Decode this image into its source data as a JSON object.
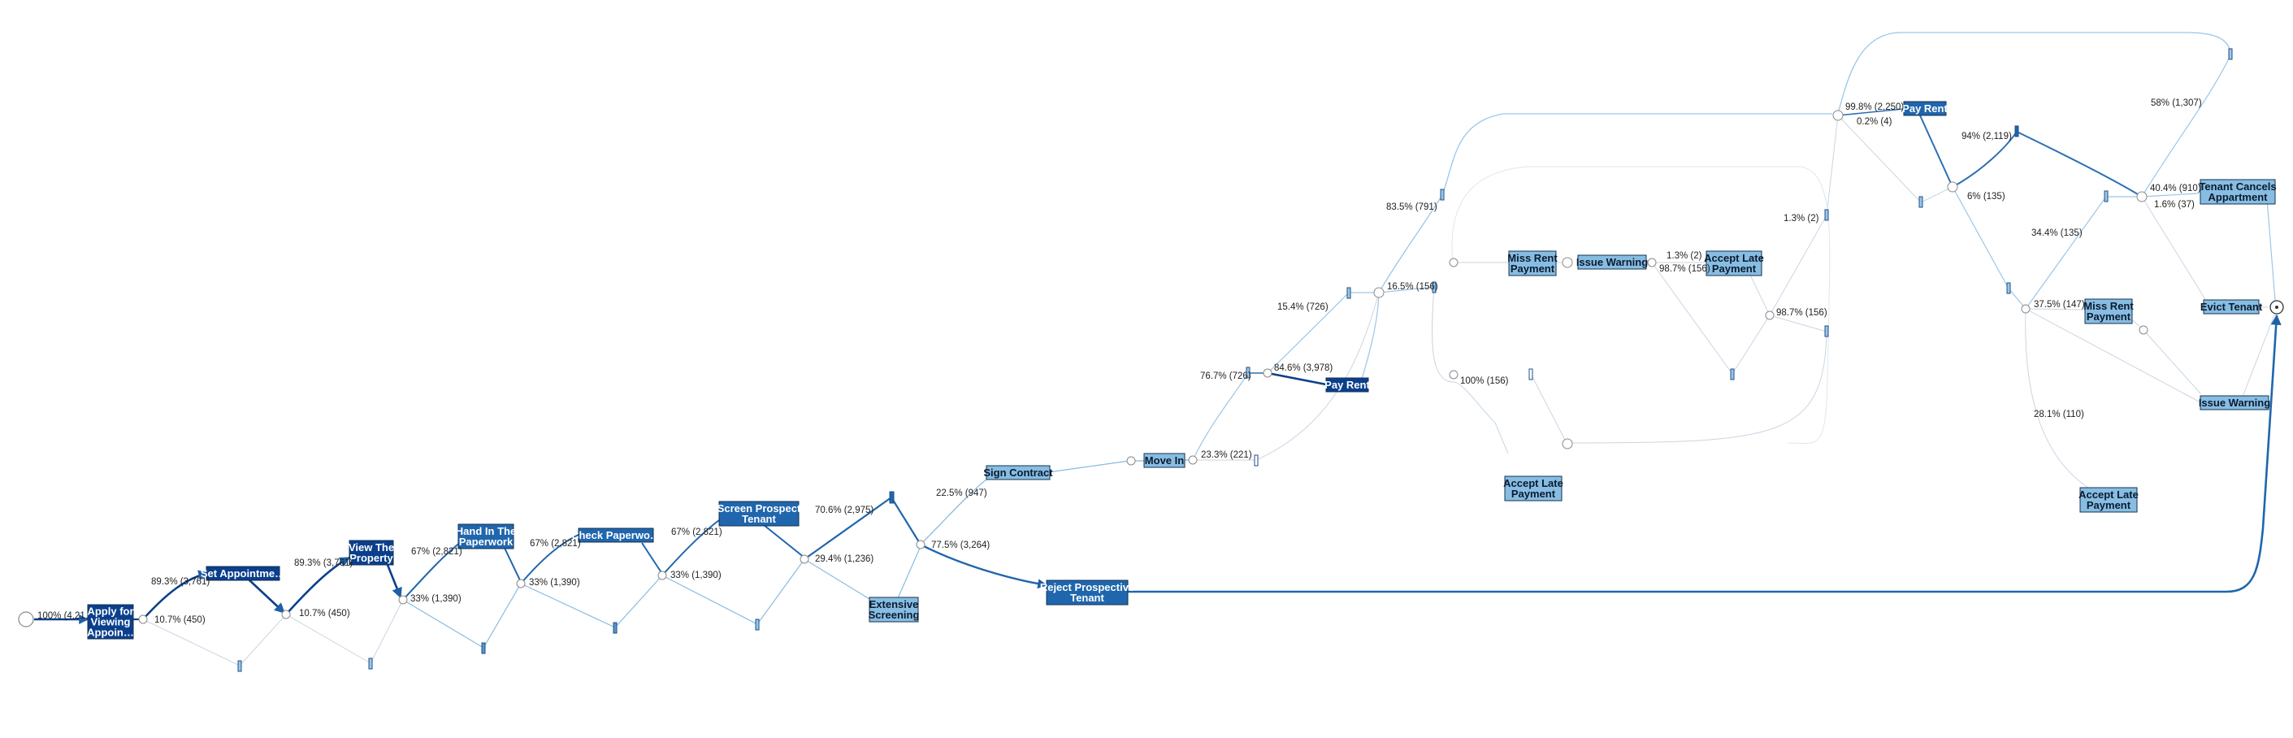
{
  "colors": {
    "dark": "#0a3f8c",
    "mid": "#1f66ad",
    "light": "#87bde2",
    "edge_main": "#2a6fb5",
    "edge_light": "#9cc6e6",
    "edge_gray": "#c9d6e2"
  },
  "activities": [
    {
      "label": "Apply for\nViewing\nAppoin…",
      "tone": "dark"
    },
    {
      "label": "Set Appointme…",
      "tone": "dark"
    },
    {
      "label": "View The\nProperty",
      "tone": "dark"
    },
    {
      "label": "Hand In The\nPaperwork",
      "tone": "mid"
    },
    {
      "label": "Check Paperwo…",
      "tone": "mid"
    },
    {
      "label": "Screen Prospect\nTenant",
      "tone": "mid"
    },
    {
      "label": "Extensive\nScreening",
      "tone": "light"
    },
    {
      "label": "Reject Prospective\nTenant",
      "tone": "mid"
    },
    {
      "label": "Sign Contract",
      "tone": "light"
    },
    {
      "label": "Move In",
      "tone": "light"
    },
    {
      "label": "Pay Rent",
      "tone": "dark"
    },
    {
      "label": "Miss Rent\nPayment",
      "tone": "light"
    },
    {
      "label": "Issue Warning",
      "tone": "light"
    },
    {
      "label": "Accept Late\nPayment",
      "tone": "light"
    },
    {
      "label": "Accept Late\nPayment",
      "tone": "light"
    },
    {
      "label": "Pay Rent",
      "tone": "mid"
    },
    {
      "label": "Tenant Cancels\nAppartment",
      "tone": "light"
    },
    {
      "label": "Miss Rent\nPayment",
      "tone": "light"
    },
    {
      "label": "Evict Tenant",
      "tone": "light"
    },
    {
      "label": "Issue Warning",
      "tone": "light"
    },
    {
      "label": "Accept Late\nPayment",
      "tone": "light"
    }
  ],
  "edge_labels": [
    "100% (4,21…",
    "89.3% (3,761)",
    "10.7% (450)",
    "89.3% (3,761)",
    "10.7% (450)",
    "67% (2,821)",
    "33% (1,390)",
    "67% (2,821)",
    "33% (1,390)",
    "67% (2,821)",
    "33% (1,390)",
    "70.6% (2,975)",
    "29.4% (1,236)",
    "22.5% (947)",
    "77.5% (3,264)",
    "76.7% (726)",
    "23.3% (221)",
    "84.6% (3,978)",
    "15.4% (726)",
    "16.5% (156)",
    "83.5% (791)",
    "100% (156)",
    "1.3% (2)",
    "98.7% (156)",
    "98.7% (156)",
    "1.3% (2)",
    "99.8% (2,250)",
    "0.2% (4)",
    "94% (2,119)",
    "6% (135)",
    "58% (1,307)",
    "40.4% (910)",
    "1.6% (37)",
    "34.4% (135)",
    "37.5% (147)",
    "28.1% (110)"
  ]
}
